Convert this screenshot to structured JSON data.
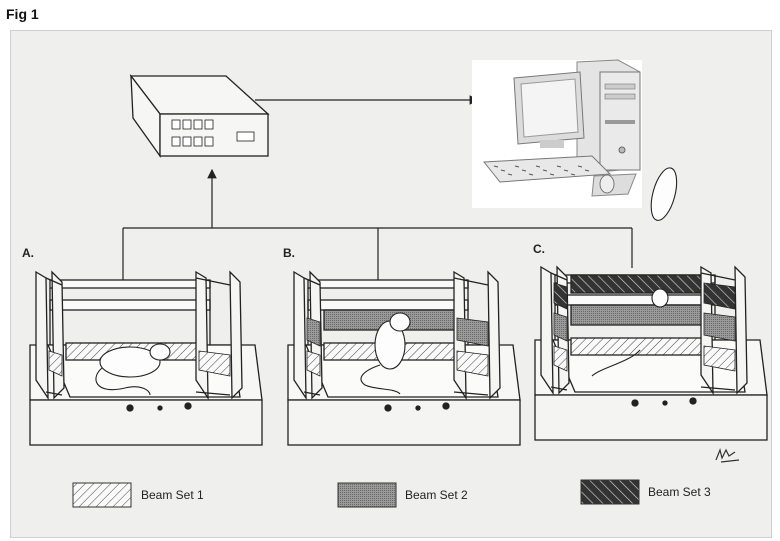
{
  "figure": {
    "title": "Fig 1"
  },
  "panels": [
    {
      "label": "A.",
      "beam_sets": [
        1
      ]
    },
    {
      "label": "B.",
      "beam_sets": [
        1,
        2
      ]
    },
    {
      "label": "C.",
      "beam_sets": [
        1,
        2,
        3
      ]
    }
  ],
  "legend": [
    {
      "label": "Beam Set 1",
      "pattern": "light-hatch"
    },
    {
      "label": "Beam Set 2",
      "pattern": "gray-stipple"
    },
    {
      "label": "Beam Set 3",
      "pattern": "dark-hatch"
    }
  ],
  "colors": {
    "ink": "#222222",
    "background": "#efefed",
    "stipple": "#8a8a8a",
    "dark": "#333333"
  }
}
